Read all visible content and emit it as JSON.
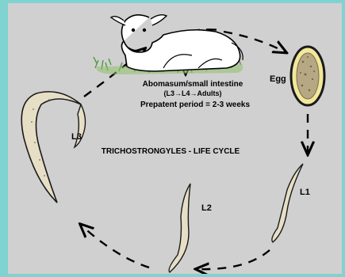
{
  "host": {
    "label": "Abomasum/small intestine",
    "stages": "(L3→L4→Adults)",
    "prepatent": "Prepatent period = 2-3 weeks"
  },
  "title": "TRICHOSTRONGYLES - LIFE CYCLE",
  "stages": {
    "egg": "Egg",
    "l1": "L1",
    "l2": "L2",
    "l3": "L3"
  },
  "colors": {
    "frame": "#7fd3d1",
    "panel": "#d0d0d0",
    "egg_shell": "#f1e89a",
    "egg_inner": "#b7a884",
    "larva_fill": "#e6dfc6",
    "grass": "#4f9a3c"
  }
}
